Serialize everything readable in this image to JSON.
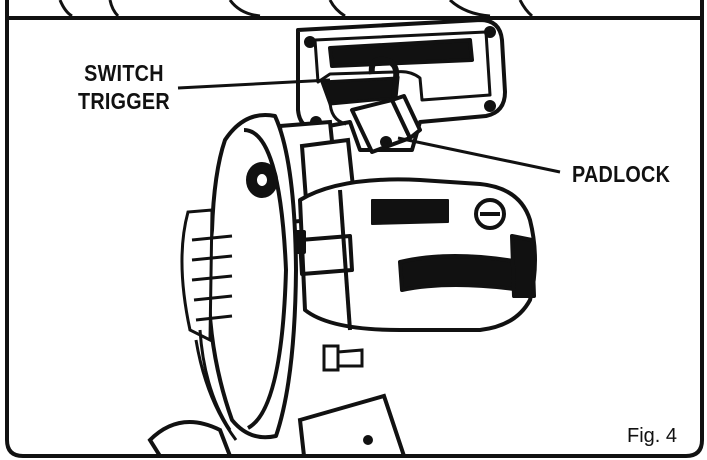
{
  "figure": {
    "callouts": {
      "switch_trigger_line1": "SWITCH",
      "switch_trigger_line2": "TRIGGER",
      "padlock": "PADLOCK"
    },
    "caption": "Fig. 4"
  },
  "colors": {
    "ink": "#111111",
    "paper": "#ffffff"
  }
}
